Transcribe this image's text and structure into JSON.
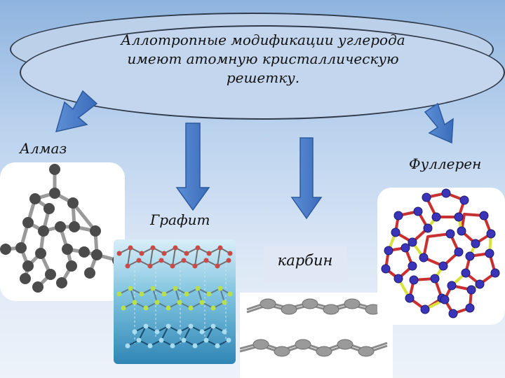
{
  "headline": {
    "line1": "Аллотропные  модификации  углерода",
    "line2": "имеют атомную кристаллическую",
    "line3": "решетку."
  },
  "labels": {
    "diamond": "Алмаз",
    "fullerene": "Фуллерен",
    "graphite": "Графит",
    "carbyne": "карбин"
  }
}
